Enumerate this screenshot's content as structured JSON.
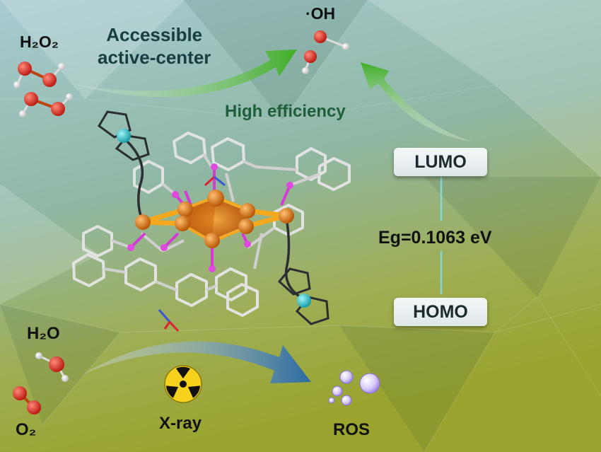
{
  "labels": {
    "h2o2": "H₂O₂",
    "accessible_line1": "Accessible",
    "accessible_line2": "active-center",
    "oh_radical": "·OH",
    "high_efficiency": "High efficiency",
    "lumo": "LUMO",
    "band_gap": "Eg=0.1063 eV",
    "homo": "HOMO",
    "h2o": "H₂O",
    "o2": "O₂",
    "xray": "X-ray",
    "ros": "ROS"
  },
  "colors": {
    "bg_top": "#8fbcc4",
    "bg_bottom": "#9aa42e",
    "arrow_green": "#4caf2f",
    "arrow_blue": "#2f6fa8",
    "oxygen": "#d8271c",
    "hydrogen": "#f2f2f2",
    "gold_atom": "#e07b14",
    "phosphorus": "#d63ad6",
    "iron": "#27c6d0",
    "ros_bubble": "#c9b6f0"
  },
  "icons": [
    "radiation-icon",
    "green-arrow-icon",
    "blue-arrow-icon"
  ]
}
